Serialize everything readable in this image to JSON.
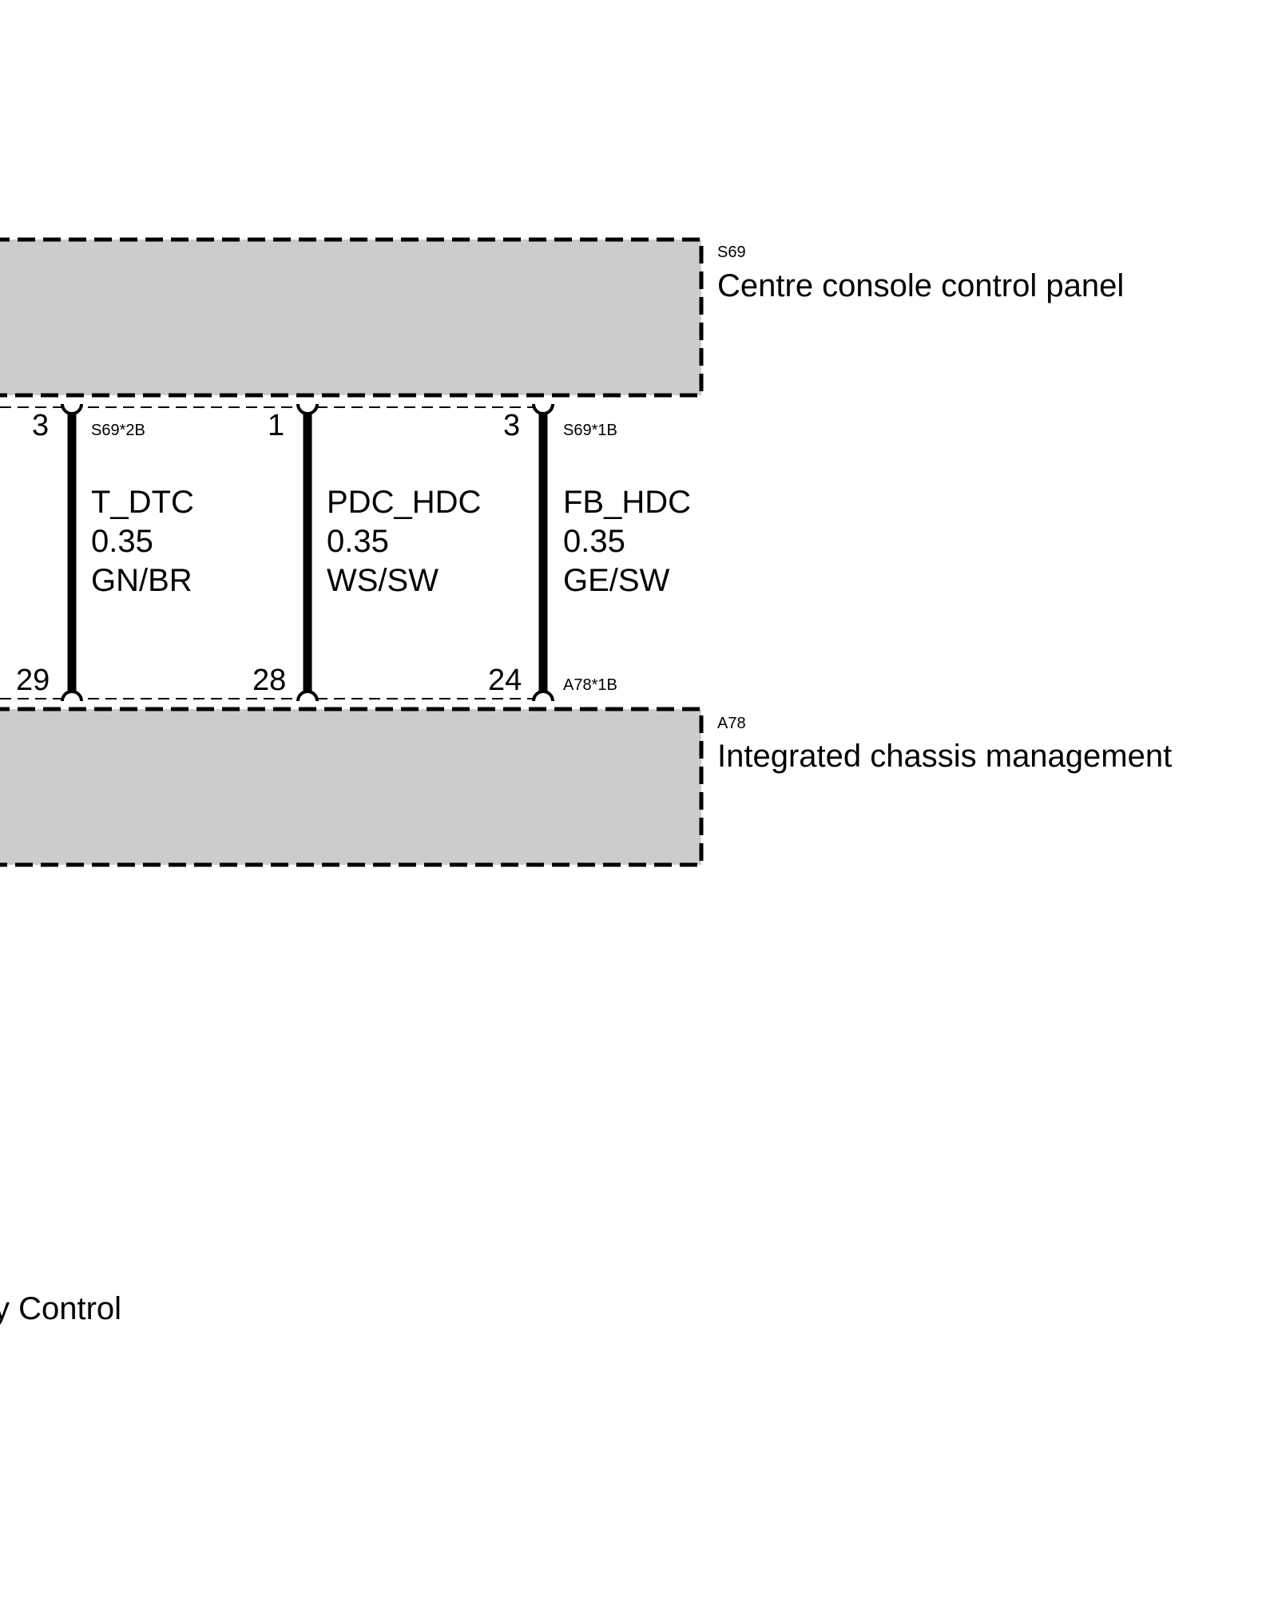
{
  "components": {
    "top": {
      "id": "S69",
      "name": "Centre console control panel",
      "connector_top": "S69*2B",
      "connector_right": "S69*1B",
      "fill": "#cccccc"
    },
    "bottom": {
      "id": "A78",
      "name": "Integrated chassis management",
      "connector": "A78*1B",
      "fill": "#cccccc"
    }
  },
  "wires": [
    {
      "signal": "T_DTC",
      "gauge": "0.35",
      "color_code": "GN/BR",
      "pin_top": "3",
      "pin_bottom": "29"
    },
    {
      "signal": "PDC_HDC",
      "gauge": "0.35",
      "color_code": "WS/SW",
      "pin_top": "1",
      "pin_bottom": "28"
    },
    {
      "signal": "FB_HDC",
      "gauge": "0.35",
      "color_code": "GE/SW",
      "pin_top": "3",
      "pin_bottom": "24"
    }
  ],
  "footer": {
    "partial_title": "y Control"
  }
}
